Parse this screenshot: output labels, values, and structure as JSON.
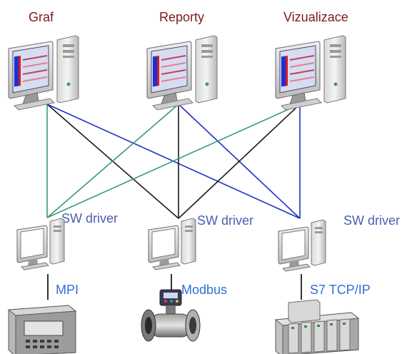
{
  "workstations": [
    {
      "label": "Graf"
    },
    {
      "label": "Reporty"
    },
    {
      "label": "Vizualizace"
    }
  ],
  "drivers": [
    {
      "label": "SW driver"
    },
    {
      "label": "SW driver"
    },
    {
      "label": "SW driver"
    }
  ],
  "protocols": [
    {
      "label": "MPI",
      "device": "controller-panel"
    },
    {
      "label": "Modbus",
      "device": "flow-meter"
    },
    {
      "label": "S7 TCP/IP",
      "device": "plc-rack"
    }
  ],
  "colors": {
    "workstation_label": "#7a1a1a",
    "driver_label": "#4b5fb0",
    "protocol_label": "#2f6fd8",
    "link_graf": "#3a9a78",
    "link_reporty": "#1a1a1a",
    "link_vizualizace": "#1f2fc8"
  }
}
